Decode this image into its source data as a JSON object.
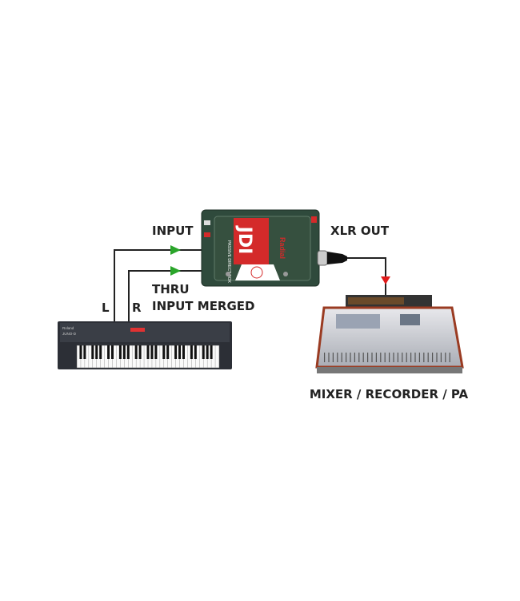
{
  "labels": {
    "input": "INPUT",
    "xlr_out": "XLR OUT",
    "thru": "THRU",
    "input_merged": "INPUT MERGED",
    "left": "L",
    "right": "R",
    "destination": "MIXER / RECORDER / PA"
  },
  "devices": {
    "di_box": {
      "model": "JDI",
      "subtitle": "PASSIVE DIRECT BOX",
      "brand": "Radial"
    },
    "keyboard": {
      "brand": "Roland",
      "model": "JUNO-D"
    },
    "mixer": {}
  },
  "colors": {
    "input_arrow": "#2aa52a",
    "output_arrow": "#e01b1b",
    "cable": "#222222",
    "di_body": "#2f4a3c",
    "di_accent": "#d42a2a"
  }
}
